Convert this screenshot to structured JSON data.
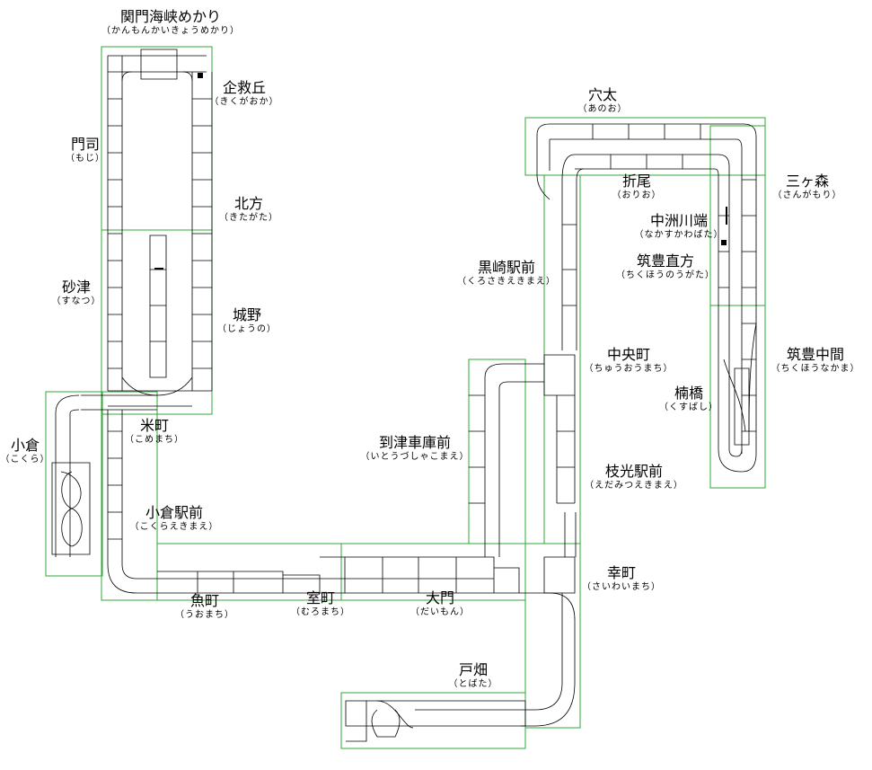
{
  "diagram": {
    "colors": {
      "track": "#000000",
      "module_border": "#2ea836",
      "grid": "#000000",
      "background": "#ffffff"
    },
    "stations": [
      {
        "id": "kanmon",
        "name": "関門海峡めかり",
        "reading": "（かんもんかいきょうめかり）"
      },
      {
        "id": "kikugaoka",
        "name": "企救丘",
        "reading": "（きくがおか）"
      },
      {
        "id": "moji",
        "name": "門司",
        "reading": "（もじ）"
      },
      {
        "id": "kitagata",
        "name": "北方",
        "reading": "（きたがた）"
      },
      {
        "id": "sunatsu",
        "name": "砂津",
        "reading": "（すなつ）"
      },
      {
        "id": "jono",
        "name": "城野",
        "reading": "（じょうの）"
      },
      {
        "id": "kokura",
        "name": "小倉",
        "reading": "（こくら）"
      },
      {
        "id": "komemachi",
        "name": "米町",
        "reading": "（こめまち）"
      },
      {
        "id": "kokuraekimae",
        "name": "小倉駅前",
        "reading": "（こくらえきまえ）"
      },
      {
        "id": "uomachi",
        "name": "魚町",
        "reading": "（うおまち）"
      },
      {
        "id": "muromachi",
        "name": "室町",
        "reading": "（むろまち）"
      },
      {
        "id": "daimon",
        "name": "大門",
        "reading": "（だいもん）"
      },
      {
        "id": "itozu",
        "name": "到津車庫前",
        "reading": "（いとうづしゃこまえ）"
      },
      {
        "id": "kurosaki",
        "name": "黒崎駅前",
        "reading": "（くろさきえきまえ）"
      },
      {
        "id": "chuo",
        "name": "中央町",
        "reading": "（ちゅうおうまち）"
      },
      {
        "id": "edamitsu",
        "name": "枝光駅前",
        "reading": "（えだみつえきまえ）"
      },
      {
        "id": "saiwai",
        "name": "幸町",
        "reading": "（さいわいまち）"
      },
      {
        "id": "tobata",
        "name": "戸畑",
        "reading": "（とばた）"
      },
      {
        "id": "ano",
        "name": "穴太",
        "reading": "（あのお）"
      },
      {
        "id": "orio",
        "name": "折尾",
        "reading": "（おりお）"
      },
      {
        "id": "nakasu",
        "name": "中洲川端",
        "reading": "（なかすかわばた）"
      },
      {
        "id": "chikuhonogata",
        "name": "筑豊直方",
        "reading": "（ちくほうのうがた）"
      },
      {
        "id": "sangamori",
        "name": "三ヶ森",
        "reading": "（さんがもり）"
      },
      {
        "id": "chikuhonakama",
        "name": "筑豊中間",
        "reading": "（ちくほうなかま）"
      },
      {
        "id": "kusubashi",
        "name": "楠橋",
        "reading": "（くすばし）"
      }
    ]
  }
}
